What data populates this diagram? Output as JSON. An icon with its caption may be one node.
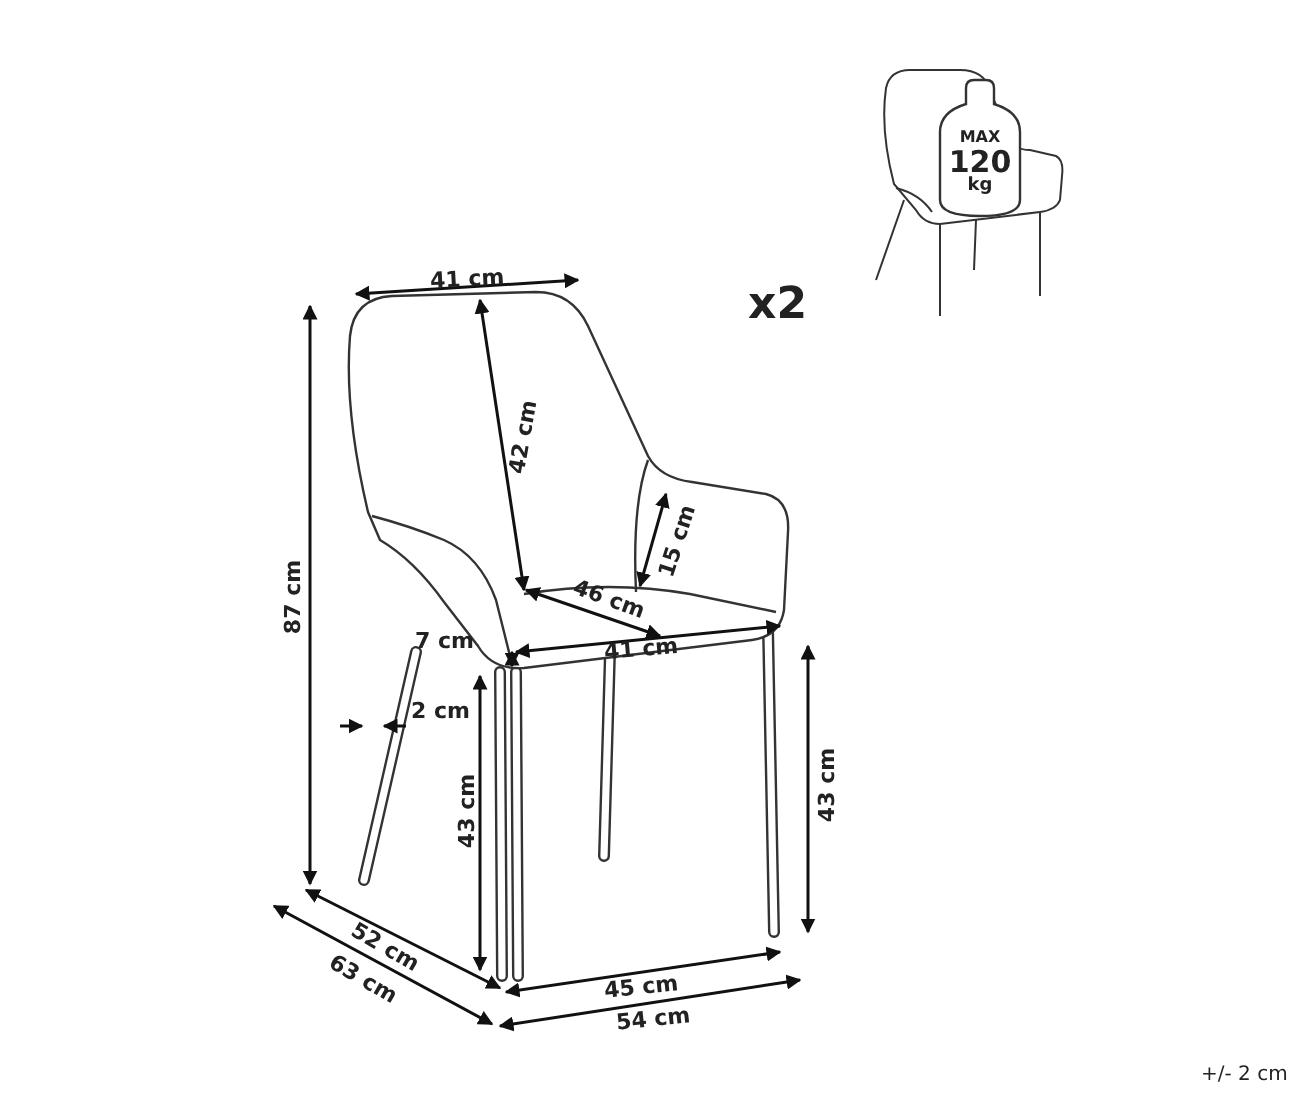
{
  "diagram": {
    "nodes": [
      {
        "text": [
          "MAX",
          "120",
          "kg"
        ]
      }
    ],
    "labels": [
      "41 cm",
      "x2",
      "42 cm",
      "87 cm",
      "15 cm",
      "46 cm",
      "7 cm",
      "41 cm",
      "2 cm",
      "43 cm",
      "43 cm",
      "52 cm",
      "45 cm",
      "63 cm",
      "54 cm",
      "+/- 2 cm"
    ]
  }
}
